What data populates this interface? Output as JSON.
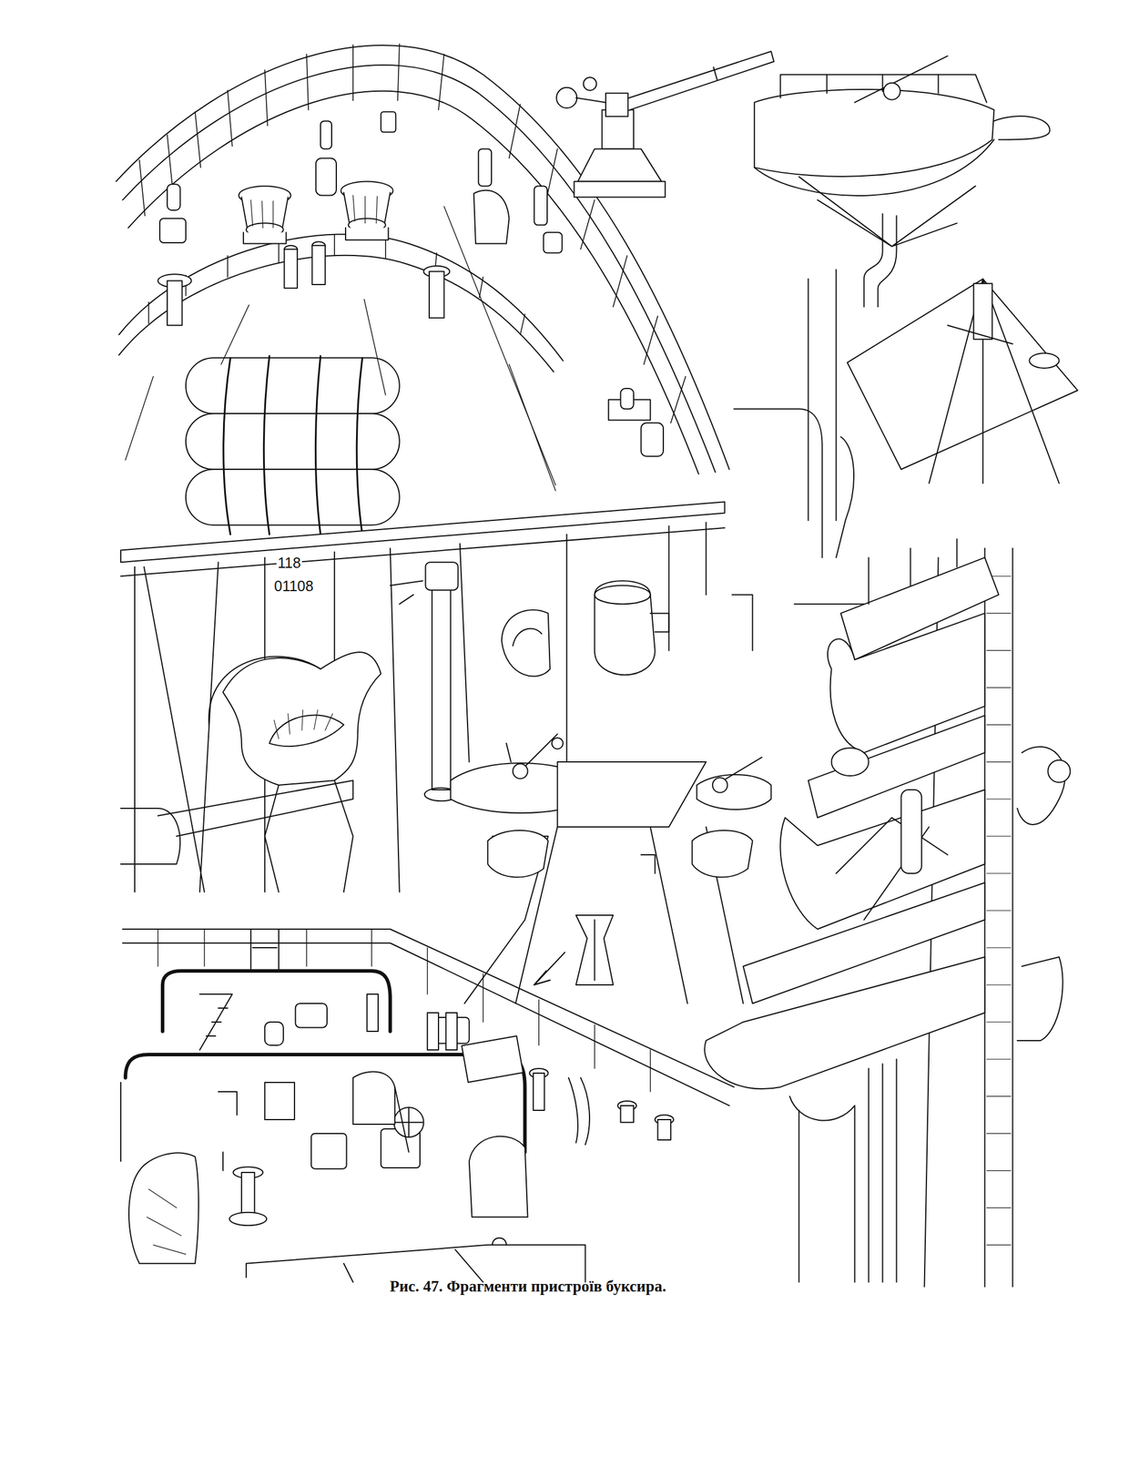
{
  "diagram": {
    "caption": "Рис. 47. Фрагменти пристроїв буксира.",
    "labels": [
      "118",
      "01108"
    ]
  }
}
